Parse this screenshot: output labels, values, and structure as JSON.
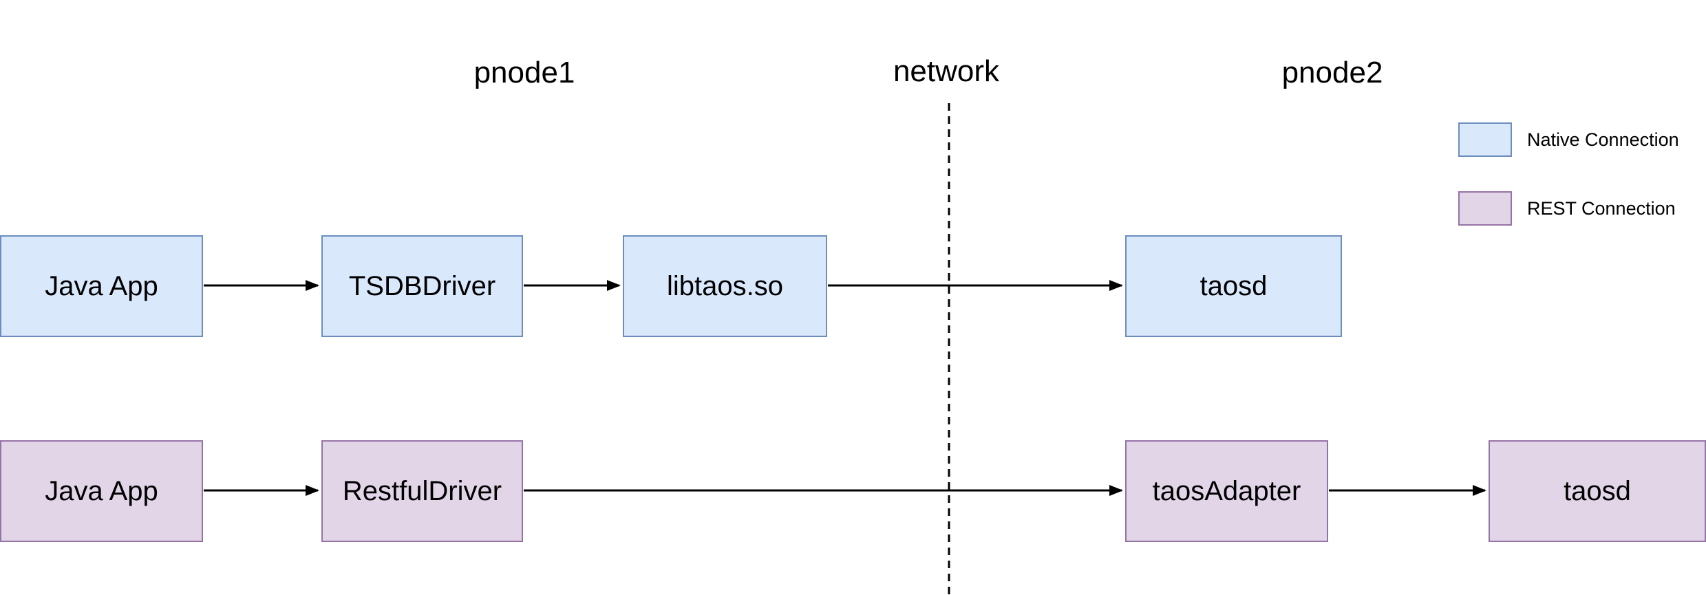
{
  "diagram": {
    "zones": {
      "pnode1": "pnode1",
      "network": "network",
      "pnode2": "pnode2"
    },
    "native_row": {
      "nodes": [
        {
          "label": "Java App"
        },
        {
          "label": "TSDBDriver"
        },
        {
          "label": "libtaos.so"
        },
        {
          "label": "taosd"
        }
      ]
    },
    "rest_row": {
      "nodes": [
        {
          "label": "Java App"
        },
        {
          "label": "RestfulDriver"
        },
        {
          "label": "taosAdapter"
        },
        {
          "label": "taosd"
        }
      ]
    },
    "legend": {
      "items": [
        {
          "label": "Native Connection",
          "fill": "#dae8fc",
          "stroke": "#6c8ebf"
        },
        {
          "label": "REST Connection",
          "fill": "#e1d5e7",
          "stroke": "#9673a6"
        }
      ]
    },
    "colors": {
      "background": "#ffffff",
      "connector": "#000000",
      "text": "#000000"
    }
  }
}
